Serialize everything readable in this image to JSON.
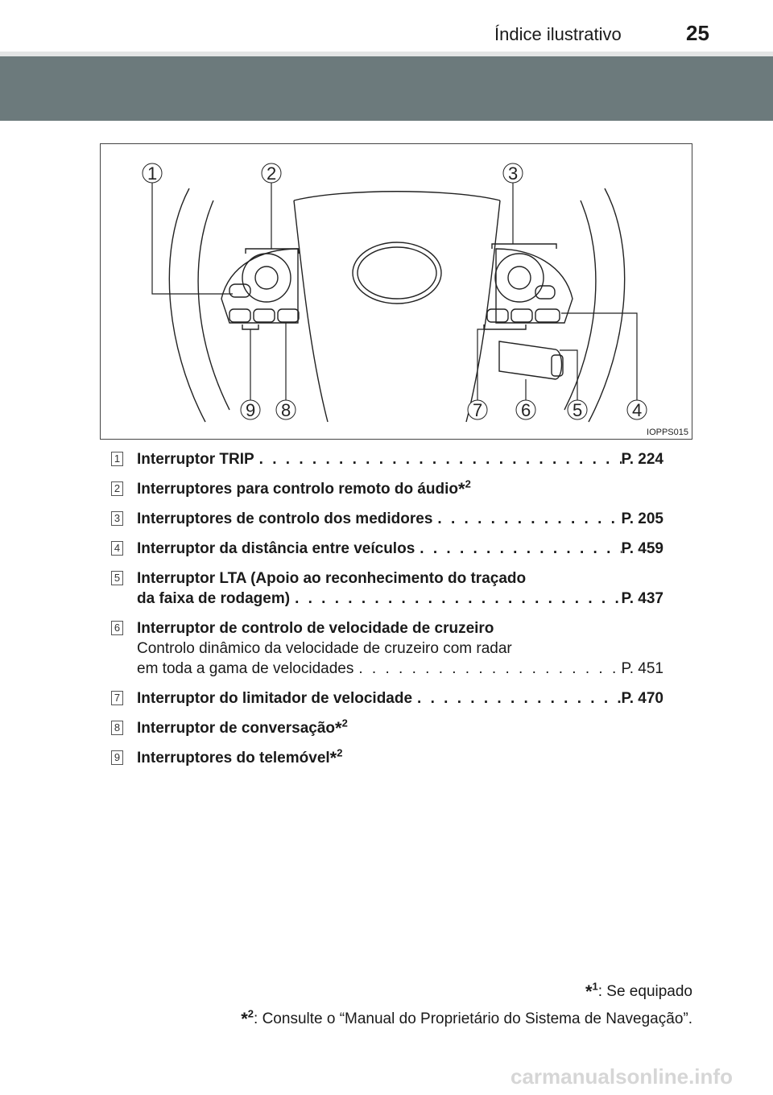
{
  "header": {
    "title": "Índice ilustrativo",
    "page_number": "25"
  },
  "figure": {
    "code": "IOPPS015",
    "callouts": [
      "1",
      "2",
      "3",
      "4",
      "5",
      "6",
      "7",
      "8",
      "9"
    ]
  },
  "items": [
    {
      "num": "1",
      "label": "Interruptor TRIP",
      "ref": "P. 224"
    },
    {
      "num": "2",
      "label": "Interruptores para controlo remoto do áudio",
      "note": "*2"
    },
    {
      "num": "3",
      "label": "Interruptores de controlo dos medidores",
      "ref": "P. 205"
    },
    {
      "num": "4",
      "label": "Interruptor da distância entre veículos",
      "ref": "P. 459"
    },
    {
      "num": "5",
      "line1": "Interruptor LTA (Apoio ao reconhecimento do traçado",
      "line2": "da faixa de rodagem)",
      "ref": "P. 437"
    },
    {
      "num": "6",
      "label": "Interruptor de controlo de velocidade de cruzeiro",
      "sub1": "Controlo dinâmico da velocidade de cruzeiro com radar",
      "sub2": "em toda a gama de velocidades",
      "ref": "P. 451"
    },
    {
      "num": "7",
      "label": "Interruptor do limitador de velocidade",
      "ref": "P. 470"
    },
    {
      "num": "8",
      "label": "Interruptor de conversação",
      "note": "*2"
    },
    {
      "num": "9",
      "label": "Interruptores do telemóvel",
      "note": "*2"
    }
  ],
  "footnotes": {
    "n1": {
      "star": "*",
      "sup": "1",
      "text": ": Se equipado"
    },
    "n2": {
      "star": "*",
      "sup": "2",
      "text": ": Consulte o “Manual do Proprietário do Sistema de Navegação”."
    }
  },
  "watermark": "carmanualsonline.info",
  "icons": [
    "steering-wheel-diagram",
    "trip-button-icon",
    "mode-button-icon",
    "volume-up-icon",
    "volume-down-icon",
    "phone-pickup-icon",
    "phone-hangup-icon",
    "talk-icon",
    "back-icon",
    "lta-icon",
    "distance-icon",
    "cruise-lever-icon"
  ]
}
